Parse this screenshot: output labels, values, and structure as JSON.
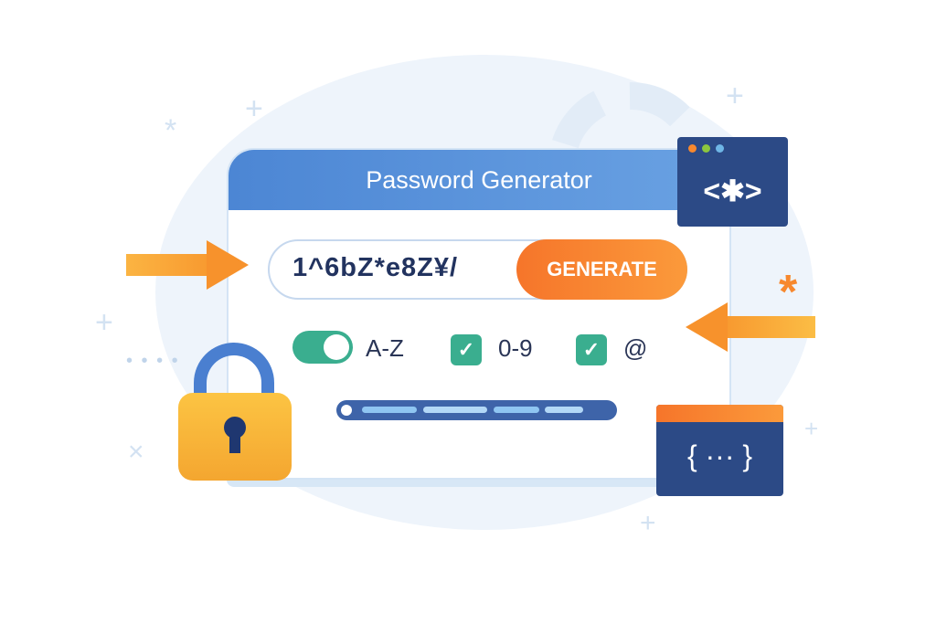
{
  "window": {
    "title": "Password Generator"
  },
  "password": {
    "value": "1^6bZ*e8Z¥/"
  },
  "generate_button": {
    "label": "GENERATE"
  },
  "options": {
    "uppercase": {
      "label": "A-Z",
      "enabled": true
    },
    "digits": {
      "label": "0-9",
      "checked": true
    },
    "symbols": {
      "label": "@",
      "checked": true
    }
  },
  "strength": {
    "fill_percent": 90
  },
  "code_windows": {
    "top": "<✱>",
    "bottom": "{ ··· }"
  },
  "colors": {
    "primary": "#4c86d4",
    "accent": "#f6752a",
    "success": "#3aae8f",
    "navy": "#2c4a86"
  }
}
